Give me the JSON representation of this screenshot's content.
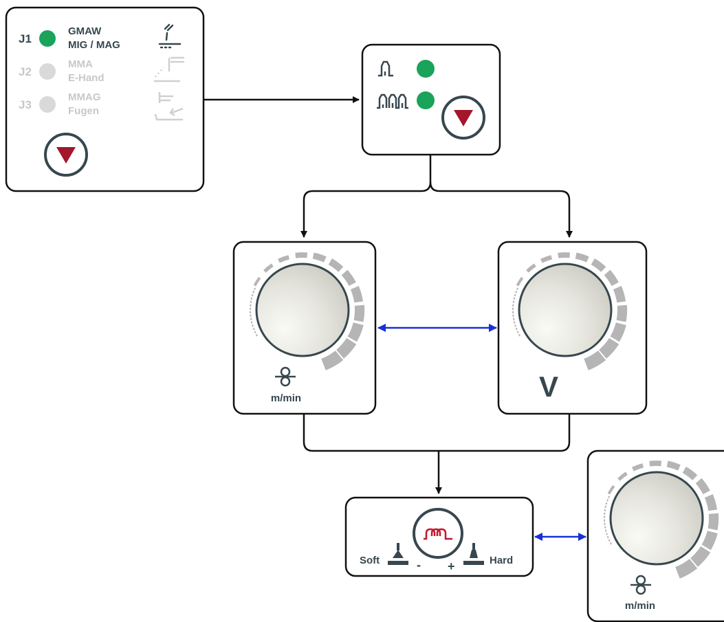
{
  "colors": {
    "stroke": "#111111",
    "dark": "#37474f",
    "led_on": "#1aa35a",
    "led_off": "#d9d9d9",
    "text_off": "#c8c8c8",
    "arrow_red": "#a3162b",
    "link_blue": "#1a2fd6",
    "arc_gray": "#b5b5b5",
    "choke_red": "#c2182d"
  },
  "mode_panel": {
    "items": [
      {
        "id": "J1",
        "line1": "GMAW",
        "line2": "MIG / MAG",
        "active": true,
        "icon": "mig-torch-icon"
      },
      {
        "id": "J2",
        "line1": "MMA",
        "line2": "E-Hand",
        "active": false,
        "icon": "electrode-holder-icon"
      },
      {
        "id": "J3",
        "line1": "MMAG",
        "line2": "Fugen",
        "active": false,
        "icon": "gouging-icon"
      }
    ],
    "select_icon": "down-triangle-button-icon"
  },
  "operating_panel": {
    "items": [
      {
        "icon": "2-step-icon",
        "active": true
      },
      {
        "icon": "4-step-icon",
        "active": true
      }
    ],
    "select_icon": "down-triangle-button-icon"
  },
  "knob_wire": {
    "icon": "wire-feed-rollers-icon",
    "unit": "m/min"
  },
  "knob_voltage": {
    "label": "V"
  },
  "knob_wire_2": {
    "icon": "wire-feed-rollers-icon",
    "unit": "m/min"
  },
  "choke_panel": {
    "icon": "inductance-coil-icon",
    "soft_label": "Soft",
    "hard_label": "Hard",
    "minus_label": "-",
    "plus_label": "+"
  }
}
